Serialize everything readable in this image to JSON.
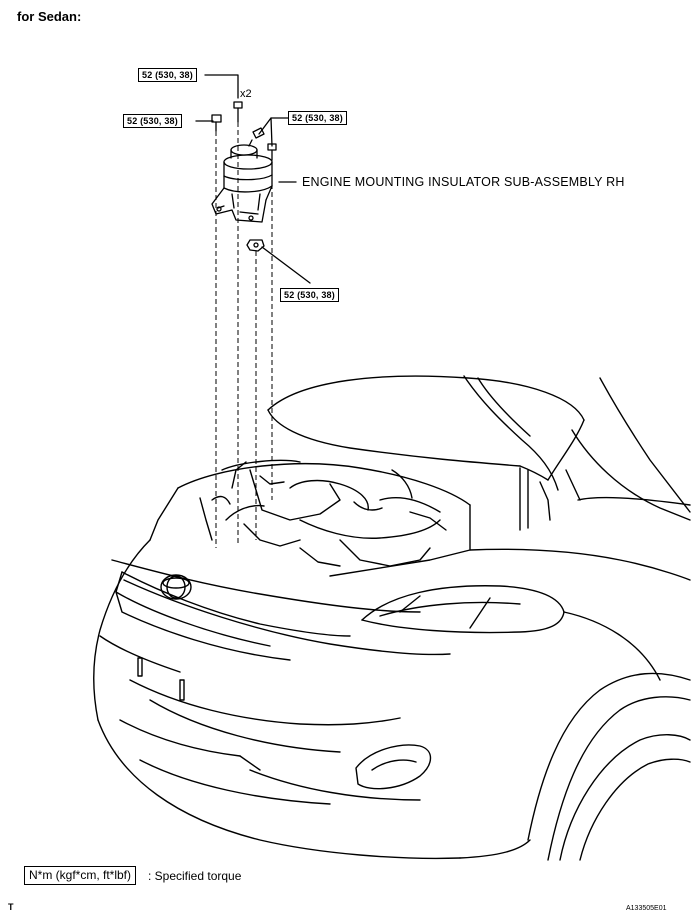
{
  "header": {
    "title": "for Sedan:"
  },
  "callouts": [
    {
      "id": "torque-top",
      "label": "52 (530, 38)",
      "qty": "x2"
    },
    {
      "id": "torque-left",
      "label": "52 (530, 38)"
    },
    {
      "id": "torque-right",
      "label": "52 (530, 38)"
    },
    {
      "id": "torque-nut",
      "label": "52 (530, 38)"
    }
  ],
  "part": {
    "name": "ENGINE MOUNTING INSULATOR SUB-ASSEMBLY RH"
  },
  "legend": {
    "symbol": "N*m (kgf*cm, ft*lbf)",
    "text": ": Specified torque"
  },
  "footer": {
    "corner_mark": "T",
    "figure_code": "A133505E01"
  }
}
